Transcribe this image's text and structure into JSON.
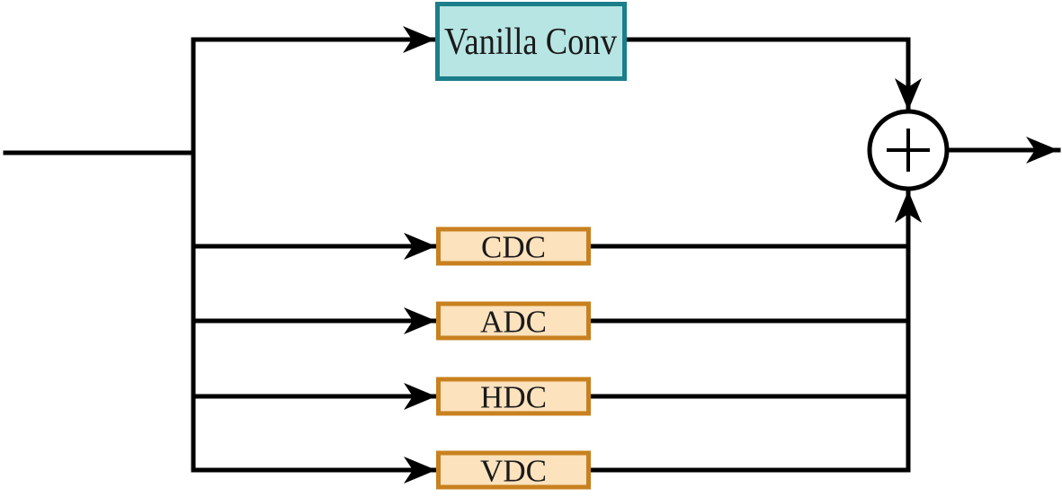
{
  "diagram": {
    "type": "block-diagram",
    "background": "#ffffff",
    "line_color": "#000000",
    "text_color": "#1a1a1a",
    "nodes": {
      "vanilla_conv": {
        "label": "Vanilla Conv",
        "fill": "#b7e5e3",
        "border": "#1b7e8a"
      },
      "cdc": {
        "label": "CDC",
        "fill": "#fce2bd",
        "border": "#c8811f"
      },
      "adc": {
        "label": "ADC",
        "fill": "#fce2bd",
        "border": "#c8811f"
      },
      "hdc": {
        "label": "HDC",
        "fill": "#fce2bd",
        "border": "#c8811f"
      },
      "vdc": {
        "label": "VDC",
        "fill": "#fce2bd",
        "border": "#c8811f"
      },
      "sum": {
        "symbol": "+",
        "shape": "circle",
        "fill": "#ffffff",
        "border": "#000000"
      }
    },
    "edges": [
      {
        "from": "input",
        "to": "vanilla_conv",
        "arrow": true
      },
      {
        "from": "input",
        "to": "cdc",
        "arrow": true
      },
      {
        "from": "input",
        "to": "adc",
        "arrow": true
      },
      {
        "from": "input",
        "to": "hdc",
        "arrow": true
      },
      {
        "from": "input",
        "to": "vdc",
        "arrow": true
      },
      {
        "from": "vanilla_conv",
        "to": "sum",
        "arrow": true
      },
      {
        "from": "cdc",
        "to": "sum",
        "arrow": false
      },
      {
        "from": "adc",
        "to": "sum",
        "arrow": false
      },
      {
        "from": "hdc",
        "to": "sum",
        "arrow": false
      },
      {
        "from": "vdc",
        "to": "sum",
        "arrow": true
      },
      {
        "from": "sum",
        "to": "output",
        "arrow": true
      }
    ],
    "icons": {
      "sum": "plus-circle-icon",
      "arrowhead": "stealth-arrow"
    }
  }
}
